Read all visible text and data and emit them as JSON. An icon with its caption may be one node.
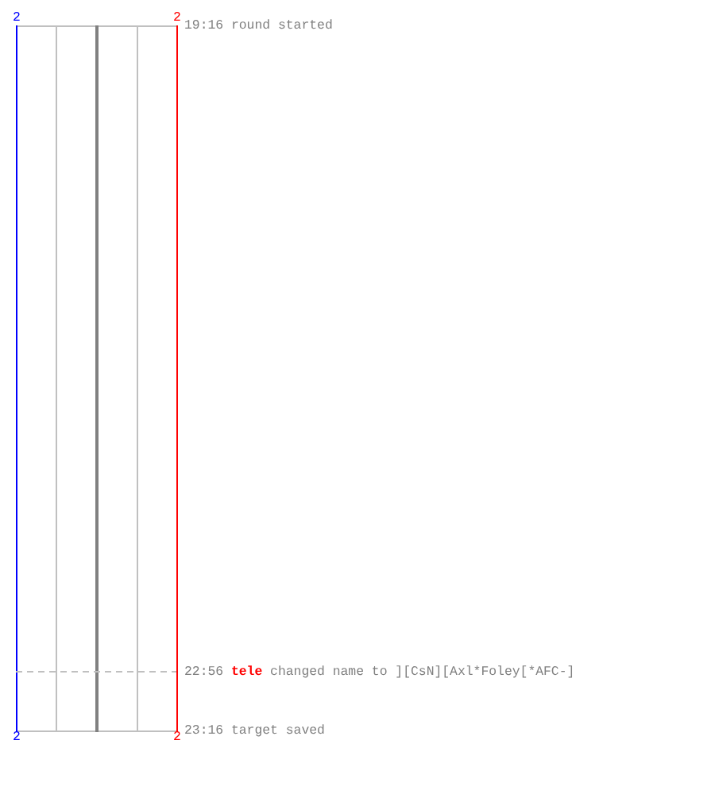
{
  "diagram": {
    "labels": [
      "2",
      "2",
      "19:16 round started",
      "22:56 **tele** changed name to ][CsN][Axl*Foley[*AFC-]",
      "2",
      "2",
      "23:16 target saved"
    ]
  }
}
